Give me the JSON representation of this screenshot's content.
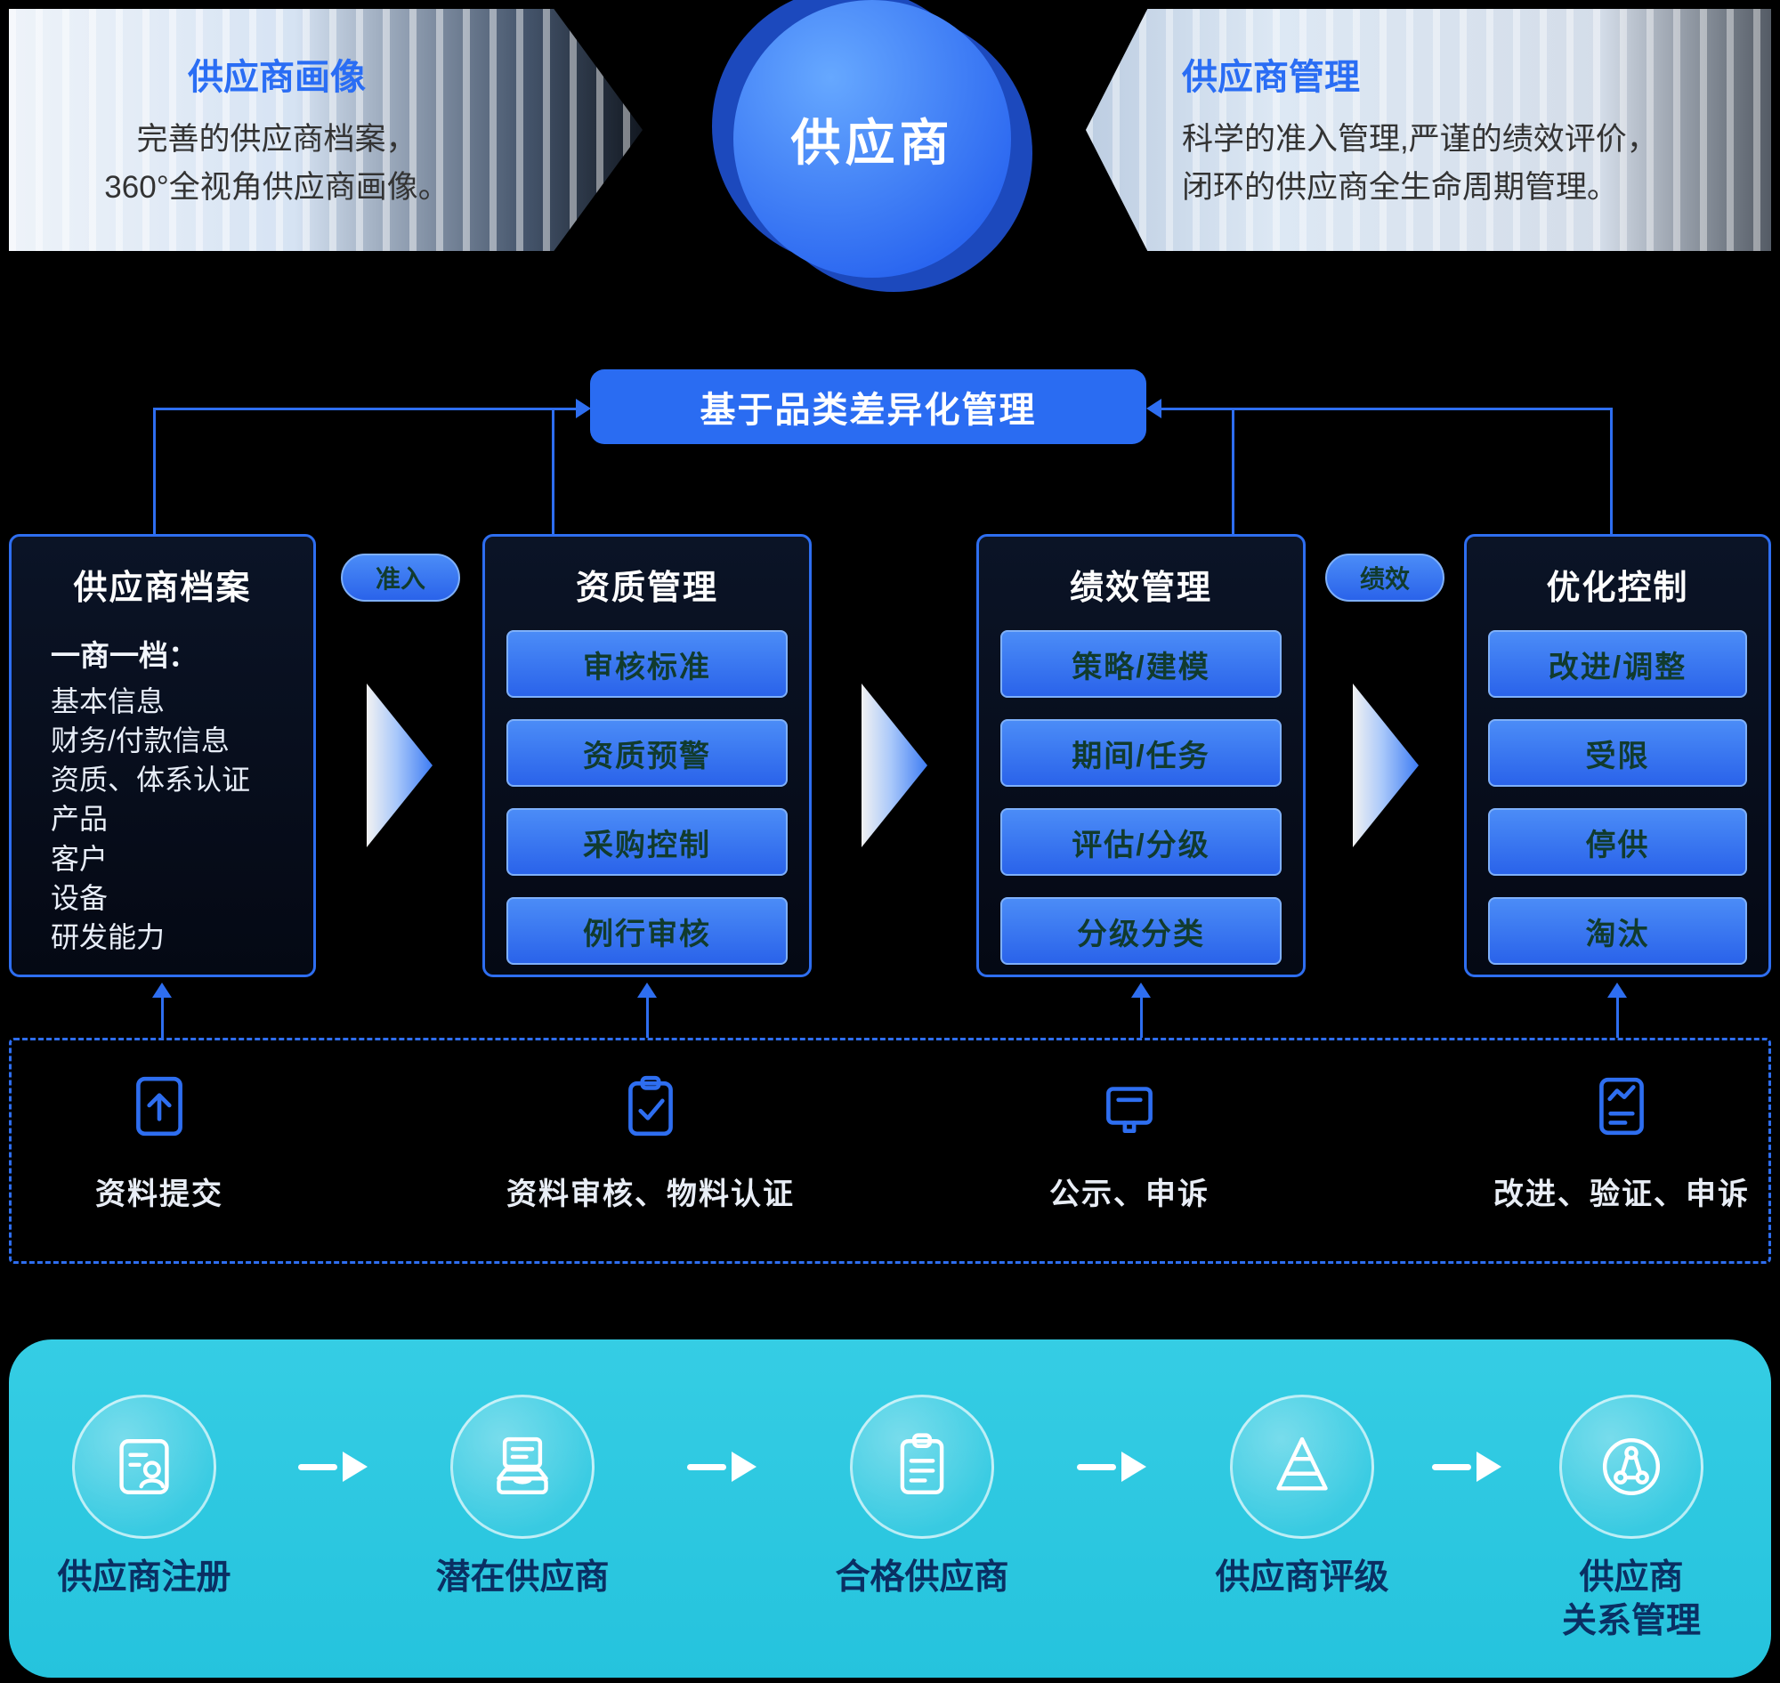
{
  "colors": {
    "accent_blue": "#2e6ef0",
    "deep_blue": "#2a66f0",
    "cyan_panel": "#2bc7e1",
    "title_blue": "#2a6df4",
    "dark_label": "#0a2f63"
  },
  "header": {
    "left_banner": {
      "title": "供应商画像",
      "line1": "完善的供应商档案，",
      "line2": "360°全视角供应商画像。"
    },
    "circle_label": "供应商",
    "right_banner": {
      "title": "供应商管理",
      "line1": "科学的准入管理,严谨的绩效评价，",
      "line2": "闭环的供应商全生命周期管理。"
    }
  },
  "category_banner": {
    "label": "基于品类差异化管理"
  },
  "edge_labels": {
    "left": "准入",
    "right": "绩效"
  },
  "columns": [
    {
      "title": "供应商档案",
      "intro": "一商一档：",
      "items": [
        "基本信息",
        "财务/付款信息",
        "资质、体系认证",
        "产品",
        "客户",
        "设备",
        "研发能力"
      ]
    },
    {
      "title": "资质管理",
      "items": [
        "审核标准",
        "资质预警",
        "采购控制",
        "例行审核"
      ]
    },
    {
      "title": "绩效管理",
      "items": [
        "策略/建模",
        "期间/任务",
        "评估/分级",
        "分级分类"
      ]
    },
    {
      "title": "优化控制",
      "items": [
        "改进/调整",
        "受限",
        "停供",
        "淘汰"
      ]
    }
  ],
  "process_row": {
    "steps": [
      {
        "icon": "upload-document-icon",
        "label": "资料提交"
      },
      {
        "icon": "clipboard-check-icon",
        "label": "资料审核、物料认证"
      },
      {
        "icon": "announcement-board-icon",
        "label": "公示、申诉"
      },
      {
        "icon": "improvement-report-icon",
        "label": "改进、验证、申诉"
      }
    ]
  },
  "lifecycle_row": {
    "steps": [
      {
        "icon": "supplier-register-icon",
        "label": "供应商注册"
      },
      {
        "icon": "potential-supplier-icon",
        "label": "潜在供应商"
      },
      {
        "icon": "qualified-supplier-icon",
        "label": "合格供应商"
      },
      {
        "icon": "supplier-rating-icon",
        "label": "供应商评级"
      },
      {
        "icon": "supplier-relationship-icon",
        "label": "供应商",
        "label2": "关系管理"
      }
    ]
  }
}
